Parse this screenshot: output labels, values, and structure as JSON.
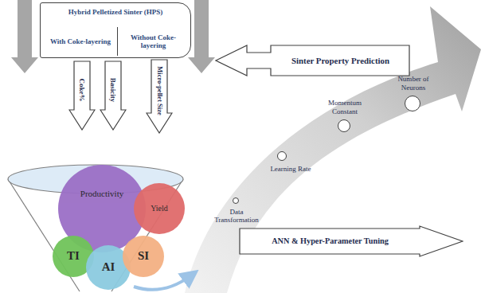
{
  "diagram": {
    "nodes": [
      {
        "text": [
          "Hybrid Pelletized Sinter (HPS)"
        ]
      },
      {
        "text": [
          "With Coke-layering"
        ],
        "in": 0
      },
      {
        "text": [
          "Without Coke-layering"
        ],
        "in": 0
      },
      {
        "text": [
          "Sinter Property Prediction"
        ]
      },
      {
        "text": [
          "Coke%"
        ]
      },
      {
        "text": [
          "Basicity"
        ]
      },
      {
        "text": [
          "Micro-pellet Size"
        ]
      },
      {
        "text": [
          "Productivity"
        ]
      },
      {
        "text": [
          "Yield"
        ]
      },
      {
        "text": [
          "TI"
        ]
      },
      {
        "text": [
          "AI"
        ]
      },
      {
        "text": [
          "SI"
        ]
      },
      {
        "text": [
          "Data Transformation"
        ]
      },
      {
        "text": [
          "Learning Rate"
        ]
      },
      {
        "text": [
          "Momentum Constant"
        ]
      },
      {
        "text": [
          "Number of Neurons"
        ]
      },
      {
        "text": [
          "ANN & Hyper-Parameter Tuning"
        ]
      }
    ]
  }
}
